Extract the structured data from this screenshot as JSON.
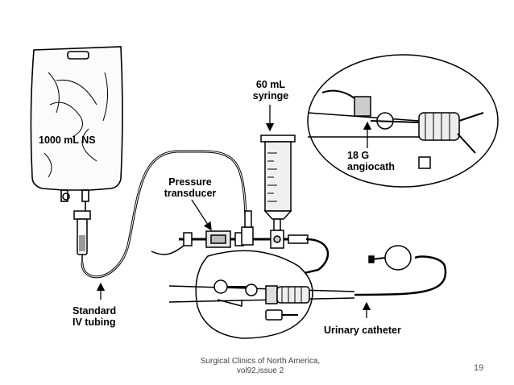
{
  "diagram": {
    "labels": {
      "ns_bag": "1000 mL NS",
      "syringe": "60 mL\nsyringe",
      "transducer": "Pressure\ntransducer",
      "angiocath": "18 G\nangiocath",
      "iv_tubing": "Standard\nIV tubing",
      "urinary_catheter": "Urinary catheter"
    }
  },
  "footer": {
    "citation": "Surgical Clinics of North America,\nvol92,issue 2",
    "page_number": "19"
  }
}
